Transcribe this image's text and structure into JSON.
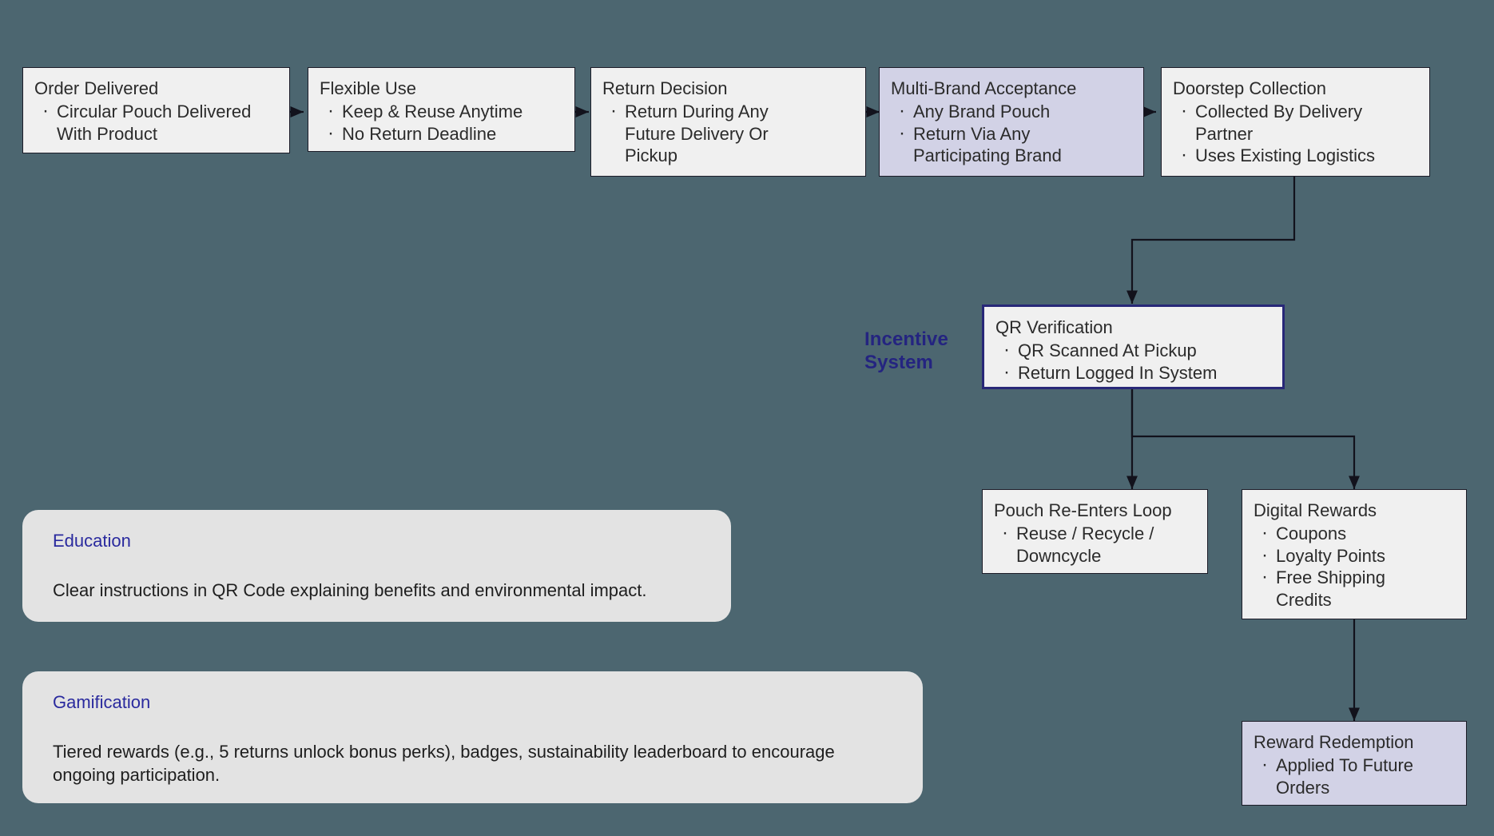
{
  "diagram": {
    "background_color": "#4c6670",
    "node_fill": "#f0f0f0",
    "accent_fill": "#d2d2e6",
    "highlight_border": "#282878",
    "panel_fill": "#e3e3e3",
    "accent_text": "#2a2a9e"
  },
  "cluster_labels": {
    "incentive_system_line1": "Incentive",
    "incentive_system_line2": "System"
  },
  "nodes": [
    {
      "id": "order-delivered",
      "title": "Order Delivered",
      "bullets": [
        "Circular Pouch Delivered With Product"
      ]
    },
    {
      "id": "flexible-use",
      "title": "Flexible Use",
      "bullets": [
        "Keep & Reuse Anytime",
        "No Return Deadline"
      ]
    },
    {
      "id": "return-decision",
      "title": "Return Decision",
      "bullets": [
        "Return During Any Future Delivery Or Pickup"
      ]
    },
    {
      "id": "multi-brand-acceptance",
      "title": "Multi-Brand Acceptance",
      "bullets": [
        "Any Brand Pouch",
        "Return Via Any Participating Brand"
      ]
    },
    {
      "id": "doorstep-collection",
      "title": "Doorstep Collection",
      "bullets": [
        "Collected By Delivery Partner",
        "Uses Existing Logistics"
      ]
    },
    {
      "id": "qr-verification",
      "title": "QR Verification",
      "bullets": [
        "QR Scanned At Pickup",
        "Return Logged In System"
      ]
    },
    {
      "id": "pouch-re-enters-loop",
      "title": "Pouch Re-Enters Loop",
      "bullets": [
        "Reuse / Recycle / Downcycle"
      ]
    },
    {
      "id": "digital-rewards",
      "title": "Digital Rewards",
      "bullets": [
        "Coupons",
        "Loyalty Points",
        "Free Shipping Credits"
      ]
    },
    {
      "id": "reward-redemption",
      "title": "Reward Redemption",
      "bullets": [
        "Applied To Future Orders"
      ]
    }
  ],
  "panels": [
    {
      "id": "education",
      "title": "Education",
      "body": "Clear instructions in QR Code explaining benefits and environmental impact."
    },
    {
      "id": "gamification",
      "title": "Gamification",
      "body": "Tiered rewards (e.g., 5 returns unlock bonus perks), badges, sustainability leaderboard to encourage ongoing participation."
    }
  ]
}
